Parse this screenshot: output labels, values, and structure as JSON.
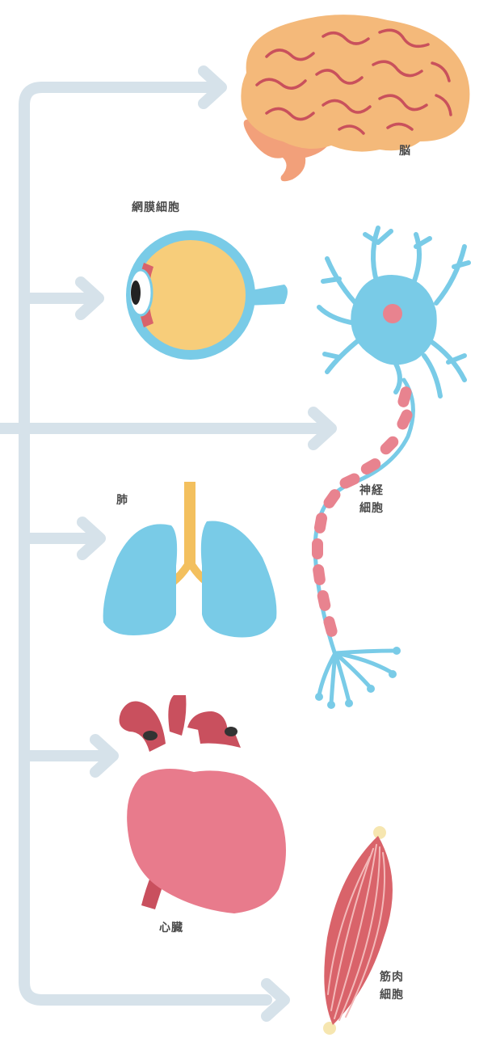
{
  "labels": {
    "brain": "脳",
    "retina": "網膜細胞",
    "nerve": "神経\n細胞",
    "lung": "肺",
    "heart": "心臓",
    "muscle": "筋肉\n細胞"
  },
  "colors": {
    "connector": "#d6e2ea",
    "brain": "#f4b97a",
    "brain_stem": "#f2a07a",
    "cell_blue": "#79cbe7",
    "nerve_pink": "#e8838f",
    "lung_blue": "#79cbe7",
    "trachea": "#f3c05e",
    "heart_pink": "#e87b8c",
    "heart_vessel": "#c9505e",
    "muscle_red": "#d9636a",
    "muscle_tendon": "#f6e6b0"
  },
  "icons": [
    "brain-icon",
    "eye-icon",
    "neuron-icon",
    "lungs-icon",
    "heart-icon",
    "muscle-icon"
  ]
}
